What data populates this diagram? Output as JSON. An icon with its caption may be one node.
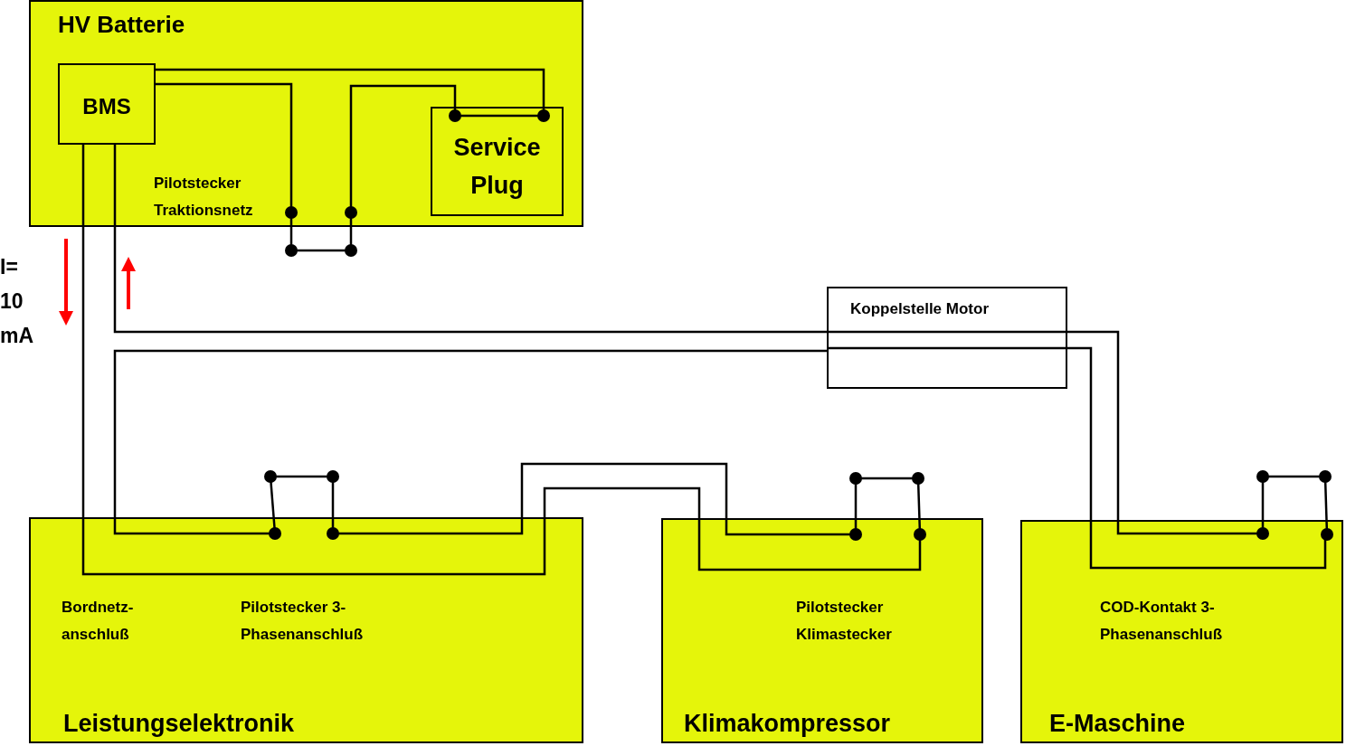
{
  "diagram": {
    "nodes": [
      {
        "text": [
          "HV Batterie",
          "Pilotstecker Traktionsnetz"
        ]
      },
      {
        "text": [
          "BMS"
        ],
        "in": 0
      },
      {
        "text": [
          "Service Plug"
        ],
        "in": 0
      },
      {
        "text": [
          "Koppelstelle Motor"
        ]
      },
      {
        "text": [
          "Bordnetz- anschluß",
          "Pilotstecker 3- Phasenanschluß",
          "Leistungselektronik"
        ]
      },
      {
        "text": [
          "Pilotstecker Klimastecker",
          "Klimakompressor"
        ]
      },
      {
        "text": [
          "COD-Kontakt 3- Phasenanschluß",
          "E-Maschine"
        ]
      }
    ],
    "edges": [
      {
        "from": 1,
        "to": 2,
        "arrow": "other"
      },
      {
        "from": 1,
        "to": 2,
        "arrow": "other"
      },
      {
        "from": 1,
        "to": 4,
        "arrow": "none"
      },
      {
        "from": 1,
        "to": 3,
        "arrow": "none"
      },
      {
        "from": 3,
        "to": 6,
        "arrow": "none"
      },
      {
        "from": 3,
        "to": 6,
        "arrow": "none"
      },
      {
        "from": 3,
        "to": 4,
        "arrow": "none"
      },
      {
        "from": 4,
        "to": 5,
        "arrow": "none"
      },
      {
        "from": 4,
        "to": 5,
        "arrow": "none"
      }
    ],
    "labels": [
      "I= 10 mA"
    ]
  }
}
